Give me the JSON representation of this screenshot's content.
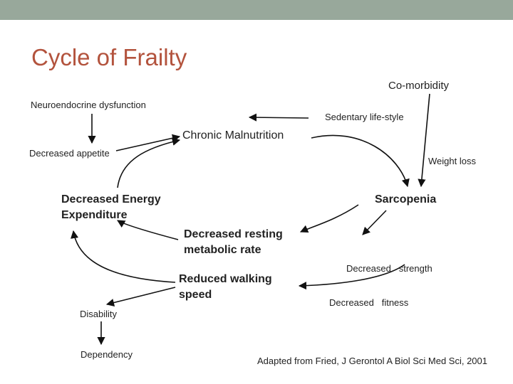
{
  "slide": {
    "title": "Cycle of Frailty",
    "accent_color": "#b3533d",
    "topbar_color": "#98a89b"
  },
  "nodes": {
    "comorbidity": "Co-morbidity",
    "neuroendocrine": "Neuroendocrine dysfunction",
    "sedentary": "Sedentary life-style",
    "chronic_malnutrition": "Chronic Malnutrition",
    "decreased_appetite": "Decreased appetite",
    "weight_loss": "Weight  loss",
    "decreased_energy": [
      "Decreased Energy",
      "Expenditure"
    ],
    "sarcopenia": "Sarcopenia",
    "decreased_resting": [
      "Decreased resting",
      "metabolic rate"
    ],
    "decreased_strength": [
      "Decreased   strength",
      "Decreased   fitness"
    ],
    "reduced_walking": [
      "Reduced walking",
      "speed"
    ],
    "disability": "Disability",
    "dependency": "Dependency"
  },
  "citation": "Adapted from Fried, J Gerontol A Biol Sci Med Sci, 2001"
}
